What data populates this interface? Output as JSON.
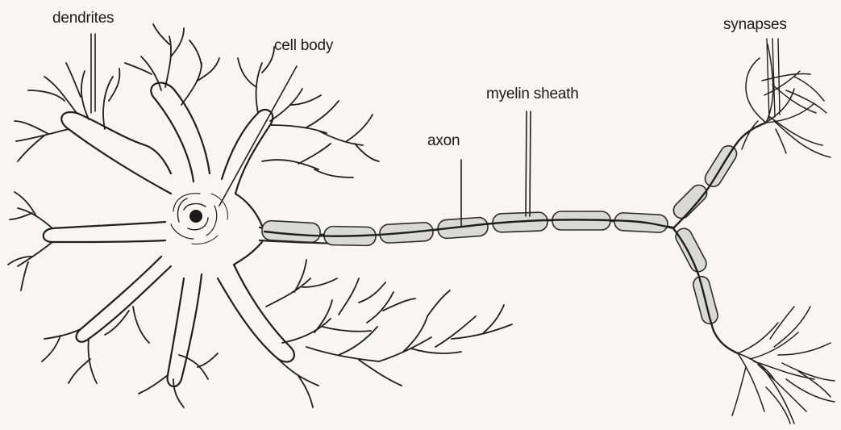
{
  "labels": {
    "dendrites": "dendrites",
    "cell_body": "cell body",
    "myelin_sheath": "myelin sheath",
    "axon": "axon",
    "synapses": "synapses"
  },
  "colors": {
    "ink": "#1f1f1f",
    "paper": "#f7f6f3",
    "sheath_fill": "#d9d9d6"
  }
}
